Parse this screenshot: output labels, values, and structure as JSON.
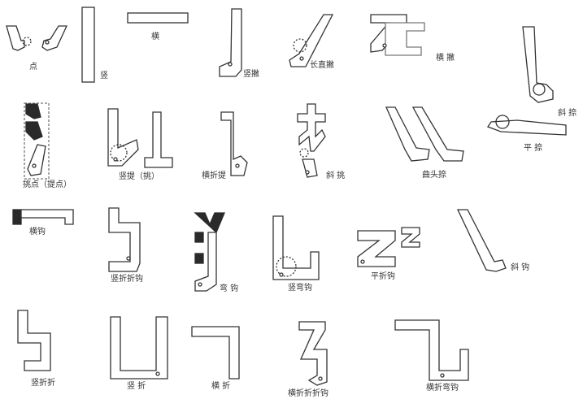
{
  "colors": {
    "stroke": "#333333",
    "fill": "#ffffff",
    "solid": "#2a2a2a",
    "guide": "#555555"
  },
  "strokes": {
    "dian": "点",
    "shu": "竖",
    "heng": "横",
    "shu_pie": "竖撇",
    "chang_zhi_pie": "长直撇",
    "heng_pie": "横 撇",
    "xie_na": "斜 捺",
    "ti_dian": "挑点（提点）",
    "shu_ti": "竖提（挑）",
    "heng_zhe_ti": "横折提",
    "xie_tiao": "斜 挑",
    "qu_tou_na": "曲头捺",
    "ping_na": "平 捺",
    "heng_gou": "横钩",
    "shu_zhe_gou": "竖折折钩",
    "wan_gou": "弯 钩",
    "shu_wan_gou": "竖弯钩",
    "ping_zhe_gou": "平折钩",
    "xie_gou": "斜 钩",
    "shu_zhe_zhe": "竖折折",
    "shu_zhe": "竖 折",
    "heng_zhe": "横 折",
    "heng_zhe_zhe_zhe_gou": "横折折折钩",
    "heng_zhe_wan_gou": "横折弯钩"
  }
}
